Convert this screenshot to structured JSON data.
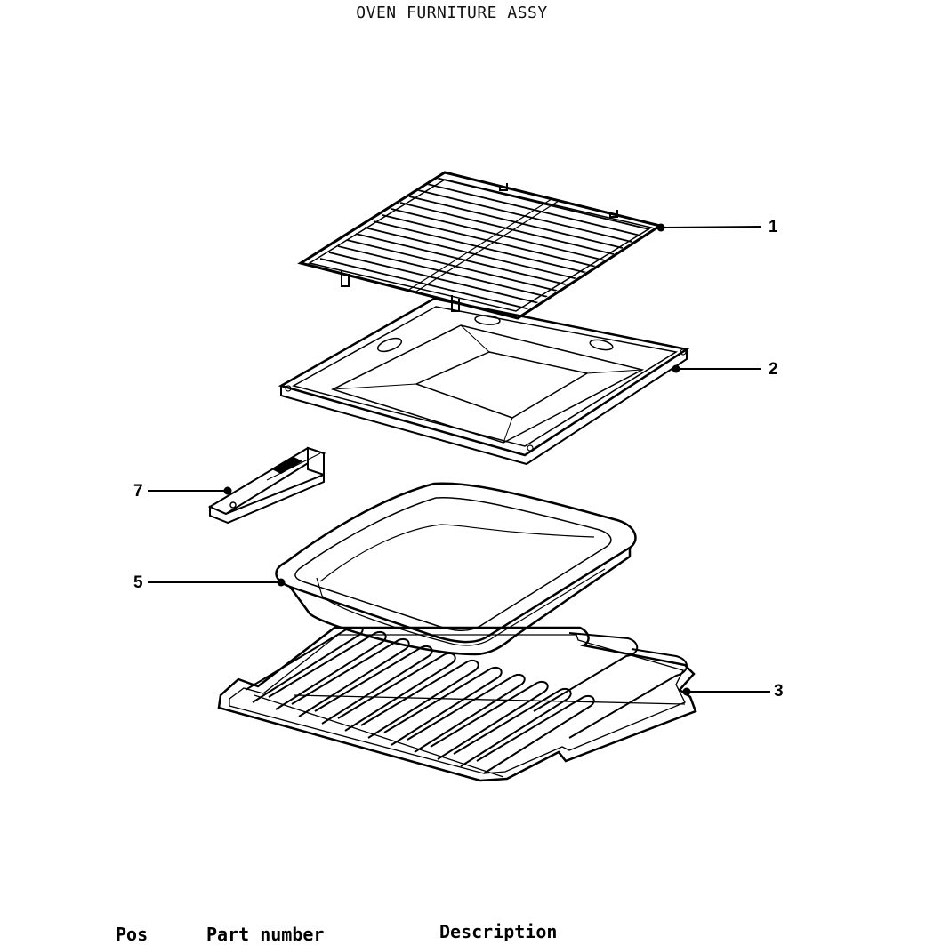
{
  "title": "OVEN FURNITURE ASSY",
  "callouts": [
    {
      "id": "1"
    },
    {
      "id": "2"
    },
    {
      "id": "3"
    },
    {
      "id": "5"
    },
    {
      "id": "7"
    }
  ],
  "table_header": {
    "pos": "Pos",
    "part_number": "Part number",
    "description": "Description"
  }
}
